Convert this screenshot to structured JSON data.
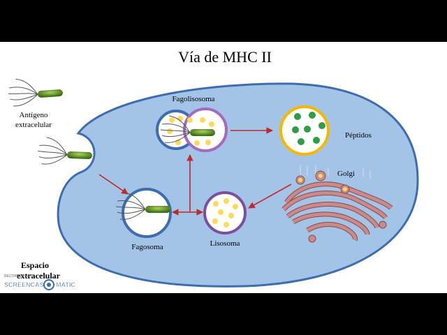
{
  "title": "Vía de MHC II",
  "labels": {
    "antigen_line1": "Antígeno",
    "antigen_line2": "extracelular",
    "fagolisosoma": "Fagolisosoma",
    "peptidos": "Péptidos",
    "golgi": "Golgi",
    "fagosoma": "Fagosoma",
    "lisosoma": "Lisosoma",
    "extracellular_line1": "Espacio",
    "extracellular_line2": "extracelular"
  },
  "watermark": {
    "recorded_with": "RECORDED WITH",
    "brand_left": "SCREENCAST",
    "brand_right": "MATIC"
  },
  "colors": {
    "background": "#ffffff",
    "letterbox": "#000000",
    "cell_fill": "#a3c4e6",
    "cell_stroke": "#3d6db0",
    "arrow": "#c0282b",
    "lysosome_ring": "#7b4ea0",
    "granule": "#ffd95a",
    "peptide_ring": "#f5b800",
    "peptide_dot": "#2e9e44",
    "golgi": "#c98a8a",
    "bacterium": "#5a8a1e"
  }
}
